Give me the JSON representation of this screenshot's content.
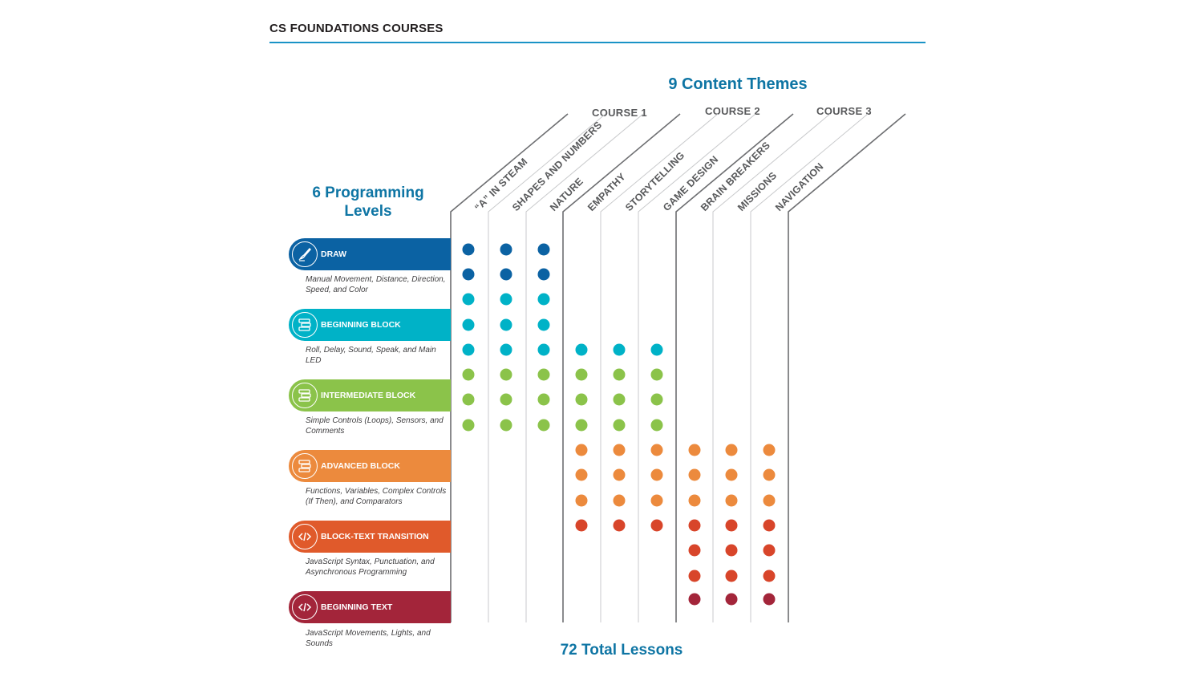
{
  "header": {
    "title": "CS FOUNDATIONS COURSES"
  },
  "headings": {
    "themes": "9 Content Themes",
    "levels_line1": "6 Programming",
    "levels_line2": "Levels",
    "total": "72 Total Lessons"
  },
  "courses": [
    "COURSE 1",
    "COURSE 2",
    "COURSE 3"
  ],
  "themes": [
    "“A” IN STEAM",
    "SHAPES AND NUMBERS",
    "NATURE",
    "EMPATHY",
    "STORYTELLING",
    "GAME DESIGN",
    "BRAIN BREAKERS",
    "MISSIONS",
    "NAVIGATION"
  ],
  "levels": [
    {
      "name": "DRAW",
      "icon": "paintbrush-icon",
      "color": "#0b62a3",
      "desc": "Manual Movement, Distance, Direction, Speed, and Color"
    },
    {
      "name": "BEGINNING BLOCK",
      "icon": "blocks-icon",
      "color": "#00b2c7",
      "desc": "Roll, Delay, Sound, Speak, and Main LED"
    },
    {
      "name": "INTERMEDIATE BLOCK",
      "icon": "blocks-icon",
      "color": "#8bc34a",
      "desc": "Simple Controls (Loops), Sensors, and Comments"
    },
    {
      "name": "ADVANCED BLOCK",
      "icon": "blocks-icon",
      "color": "#ec8a3d",
      "desc": "Functions, Variables, Complex Controls (If Then), and Comparators"
    },
    {
      "name": "BLOCK-TEXT TRANSITION",
      "icon": "code-icon",
      "color": "#e05a2b",
      "desc": "JavaScript Syntax, Punctuation, and Asynchronous Programming"
    },
    {
      "name": "BEGINNING TEXT",
      "icon": "code-icon",
      "color": "#a3253a",
      "desc": "JavaScript Movements, Lights, and Sounds"
    }
  ],
  "lesson_grid": {
    "rows": [
      {
        "level": "DRAW",
        "themes": [
          1,
          1,
          1,
          0,
          0,
          0,
          0,
          0,
          0
        ]
      },
      {
        "level": "DRAW",
        "themes": [
          1,
          1,
          1,
          0,
          0,
          0,
          0,
          0,
          0
        ]
      },
      {
        "level": "BEGINNING BLOCK",
        "themes": [
          1,
          1,
          1,
          0,
          0,
          0,
          0,
          0,
          0
        ]
      },
      {
        "level": "BEGINNING BLOCK",
        "themes": [
          1,
          1,
          1,
          0,
          0,
          0,
          0,
          0,
          0
        ]
      },
      {
        "level": "BEGINNING BLOCK",
        "themes": [
          1,
          1,
          1,
          1,
          1,
          1,
          0,
          0,
          0
        ]
      },
      {
        "level": "INTERMEDIATE BLOCK",
        "themes": [
          1,
          1,
          1,
          1,
          1,
          1,
          0,
          0,
          0
        ]
      },
      {
        "level": "INTERMEDIATE BLOCK",
        "themes": [
          1,
          1,
          1,
          1,
          1,
          1,
          0,
          0,
          0
        ]
      },
      {
        "level": "INTERMEDIATE BLOCK",
        "themes": [
          1,
          1,
          1,
          1,
          1,
          1,
          0,
          0,
          0
        ]
      },
      {
        "level": "ADVANCED BLOCK",
        "themes": [
          0,
          0,
          0,
          1,
          1,
          1,
          1,
          1,
          1
        ]
      },
      {
        "level": "ADVANCED BLOCK",
        "themes": [
          0,
          0,
          0,
          1,
          1,
          1,
          1,
          1,
          1
        ]
      },
      {
        "level": "ADVANCED BLOCK",
        "themes": [
          0,
          0,
          0,
          1,
          1,
          1,
          1,
          1,
          1
        ]
      },
      {
        "level": "BLOCK-TEXT TRANSITION",
        "themes": [
          0,
          0,
          0,
          1,
          1,
          1,
          1,
          1,
          1
        ]
      },
      {
        "level": "BLOCK-TEXT TRANSITION",
        "themes": [
          0,
          0,
          0,
          0,
          0,
          0,
          1,
          1,
          1
        ]
      },
      {
        "level": "BLOCK-TEXT TRANSITION",
        "themes": [
          0,
          0,
          0,
          0,
          0,
          0,
          1,
          1,
          1
        ]
      },
      {
        "level": "BEGINNING TEXT",
        "themes": [
          0,
          0,
          0,
          0,
          0,
          0,
          1,
          1,
          1
        ]
      }
    ]
  }
}
